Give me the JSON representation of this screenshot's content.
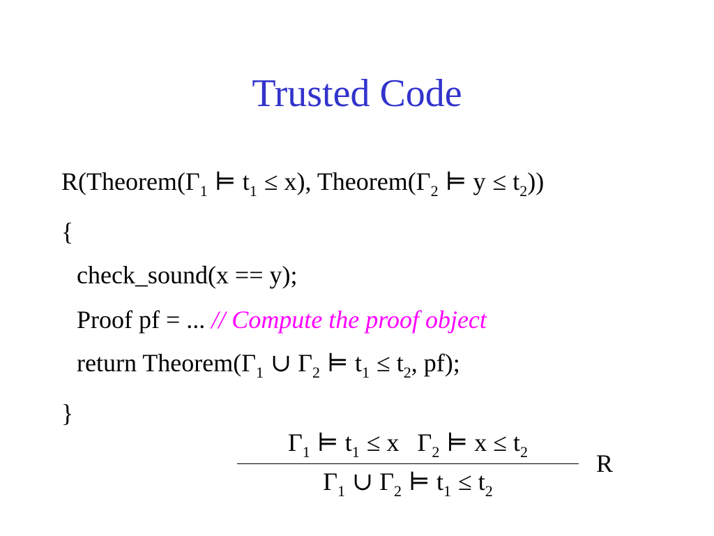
{
  "title": "Trusted Code",
  "colors": {
    "title": "#3333cc",
    "comment": "#ff00ff",
    "text": "#000000",
    "background": "#ffffff"
  },
  "code": {
    "sig": {
      "a": "R(Theorem(Γ",
      "s1": "1",
      "b": "⊨ t",
      "s2": "1",
      "c": "≤ x), Theorem(Γ",
      "s3": "2",
      "d": "⊨ y",
      "e": "≤ t",
      "s4": "2",
      "f": "))"
    },
    "open_brace": "{",
    "check": "check_sound(x == y);",
    "proof": "Proof pf = ...",
    "comment": "// Compute the proof object",
    "ret": {
      "a": "return Theorem(Γ",
      "s1": "1",
      "b": "∪ Γ",
      "s2": "2",
      "c": "⊨ t",
      "s3": "1",
      "d": "≤ t",
      "s4": "2",
      "e": ",  pf);"
    },
    "close_brace": "}"
  },
  "rule": {
    "premise": {
      "g1": "Γ",
      "s1": "1",
      "a": "⊨ t",
      "s2": "1",
      "b": "≤ x",
      "g2": "Γ",
      "s3": "2",
      "c": "⊨ x ≤ t",
      "s4": "2"
    },
    "conclusion": {
      "g1": "Γ",
      "s1": "1",
      "a": "∪ Γ",
      "s2": "2",
      "b": "⊨ t",
      "s3": "1",
      "c": "≤ t",
      "s4": "2"
    },
    "name": "R"
  }
}
